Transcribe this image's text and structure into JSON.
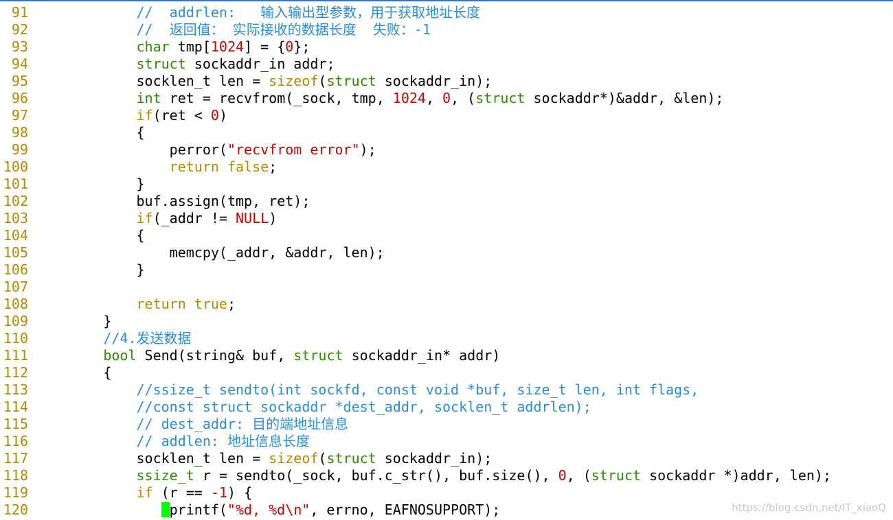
{
  "colors": {
    "plain": "#000000",
    "keyword": "#b58900",
    "type": "#2e8b00",
    "number": "#cc0000",
    "string": "#cc0000",
    "comment": "#2a8cdc",
    "line_number": "#b58900",
    "cursor": "#00ff00"
  },
  "lines": [
    {
      "num": "91",
      "tokens": [
        {
          "t": "            ",
          "k": "plain"
        },
        {
          "t": "//  addrlen:   输入输出型参数，用于获取地址长度",
          "k": "comment"
        }
      ]
    },
    {
      "num": "92",
      "tokens": [
        {
          "t": "            ",
          "k": "plain"
        },
        {
          "t": "//  返回值： 实际接收的数据长度  失败：-1",
          "k": "comment"
        }
      ]
    },
    {
      "num": "93",
      "tokens": [
        {
          "t": "            ",
          "k": "plain"
        },
        {
          "t": "char",
          "k": "type"
        },
        {
          "t": " tmp[",
          "k": "plain"
        },
        {
          "t": "1024",
          "k": "number"
        },
        {
          "t": "] = {",
          "k": "plain"
        },
        {
          "t": "0",
          "k": "number"
        },
        {
          "t": "};",
          "k": "plain"
        }
      ]
    },
    {
      "num": "94",
      "tokens": [
        {
          "t": "            ",
          "k": "plain"
        },
        {
          "t": "struct",
          "k": "type"
        },
        {
          "t": " sockaddr_in addr;",
          "k": "plain"
        }
      ]
    },
    {
      "num": "95",
      "tokens": [
        {
          "t": "            socklen_t len = ",
          "k": "plain"
        },
        {
          "t": "sizeof",
          "k": "keyword"
        },
        {
          "t": "(",
          "k": "plain"
        },
        {
          "t": "struct",
          "k": "type"
        },
        {
          "t": " sockaddr_in);",
          "k": "plain"
        }
      ]
    },
    {
      "num": "96",
      "tokens": [
        {
          "t": "            ",
          "k": "plain"
        },
        {
          "t": "int",
          "k": "type"
        },
        {
          "t": " ret = recvfrom(_sock, tmp, ",
          "k": "plain"
        },
        {
          "t": "1024",
          "k": "number"
        },
        {
          "t": ", ",
          "k": "plain"
        },
        {
          "t": "0",
          "k": "number"
        },
        {
          "t": ", (",
          "k": "plain"
        },
        {
          "t": "struct",
          "k": "type"
        },
        {
          "t": " sockaddr*)&addr, &len);",
          "k": "plain"
        }
      ]
    },
    {
      "num": "97",
      "tokens": [
        {
          "t": "            ",
          "k": "plain"
        },
        {
          "t": "if",
          "k": "keyword"
        },
        {
          "t": "(ret < ",
          "k": "plain"
        },
        {
          "t": "0",
          "k": "number"
        },
        {
          "t": ")",
          "k": "plain"
        }
      ]
    },
    {
      "num": "98",
      "tokens": [
        {
          "t": "            {",
          "k": "plain"
        }
      ]
    },
    {
      "num": "99",
      "tokens": [
        {
          "t": "                perror(",
          "k": "plain"
        },
        {
          "t": "\"recvfrom error\"",
          "k": "string"
        },
        {
          "t": ");",
          "k": "plain"
        }
      ]
    },
    {
      "num": "100",
      "tokens": [
        {
          "t": "                ",
          "k": "plain"
        },
        {
          "t": "return",
          "k": "keyword"
        },
        {
          "t": " ",
          "k": "plain"
        },
        {
          "t": "false",
          "k": "keyword"
        },
        {
          "t": ";",
          "k": "plain"
        }
      ]
    },
    {
      "num": "101",
      "tokens": [
        {
          "t": "            }",
          "k": "plain"
        }
      ]
    },
    {
      "num": "102",
      "tokens": [
        {
          "t": "            buf.assign(tmp, ret);",
          "k": "plain"
        }
      ]
    },
    {
      "num": "103",
      "tokens": [
        {
          "t": "            ",
          "k": "plain"
        },
        {
          "t": "if",
          "k": "keyword"
        },
        {
          "t": "(_addr != ",
          "k": "plain"
        },
        {
          "t": "NULL",
          "k": "number"
        },
        {
          "t": ")",
          "k": "plain"
        }
      ]
    },
    {
      "num": "104",
      "tokens": [
        {
          "t": "            {",
          "k": "plain"
        }
      ]
    },
    {
      "num": "105",
      "tokens": [
        {
          "t": "                memcpy(_addr, &addr, len);",
          "k": "plain"
        }
      ]
    },
    {
      "num": "106",
      "tokens": [
        {
          "t": "            }",
          "k": "plain"
        }
      ]
    },
    {
      "num": "107",
      "tokens": []
    },
    {
      "num": "108",
      "tokens": [
        {
          "t": "            ",
          "k": "plain"
        },
        {
          "t": "return",
          "k": "keyword"
        },
        {
          "t": " ",
          "k": "plain"
        },
        {
          "t": "true",
          "k": "keyword"
        },
        {
          "t": ";",
          "k": "plain"
        }
      ]
    },
    {
      "num": "109",
      "tokens": [
        {
          "t": "        }",
          "k": "plain"
        }
      ]
    },
    {
      "num": "110",
      "tokens": [
        {
          "t": "        ",
          "k": "plain"
        },
        {
          "t": "//4.发送数据",
          "k": "comment"
        }
      ]
    },
    {
      "num": "111",
      "tokens": [
        {
          "t": "        ",
          "k": "plain"
        },
        {
          "t": "bool",
          "k": "type"
        },
        {
          "t": " Send(string& buf, ",
          "k": "plain"
        },
        {
          "t": "struct",
          "k": "type"
        },
        {
          "t": " sockaddr_in* addr)",
          "k": "plain"
        }
      ]
    },
    {
      "num": "112",
      "tokens": [
        {
          "t": "        {",
          "k": "plain"
        }
      ]
    },
    {
      "num": "113",
      "tokens": [
        {
          "t": "            ",
          "k": "plain"
        },
        {
          "t": "//ssize_t sendto(int sockfd, const void *buf, size_t len, int flags,",
          "k": "comment"
        }
      ]
    },
    {
      "num": "114",
      "tokens": [
        {
          "t": "            ",
          "k": "plain"
        },
        {
          "t": "//const struct sockaddr *dest_addr, socklen_t addrlen);",
          "k": "comment"
        }
      ]
    },
    {
      "num": "115",
      "tokens": [
        {
          "t": "            ",
          "k": "plain"
        },
        {
          "t": "// dest_addr: 目的端地址信息",
          "k": "comment"
        }
      ]
    },
    {
      "num": "116",
      "tokens": [
        {
          "t": "            ",
          "k": "plain"
        },
        {
          "t": "// addlen: 地址信息长度",
          "k": "comment"
        }
      ]
    },
    {
      "num": "117",
      "tokens": [
        {
          "t": "            socklen_t len = ",
          "k": "plain"
        },
        {
          "t": "sizeof",
          "k": "keyword"
        },
        {
          "t": "(",
          "k": "plain"
        },
        {
          "t": "struct",
          "k": "type"
        },
        {
          "t": " sockaddr_in);",
          "k": "plain"
        }
      ]
    },
    {
      "num": "118",
      "tokens": [
        {
          "t": "            ",
          "k": "plain"
        },
        {
          "t": "ssize_t",
          "k": "type"
        },
        {
          "t": " r = sendto(_sock, buf.c_str(), buf.size(), ",
          "k": "plain"
        },
        {
          "t": "0",
          "k": "number"
        },
        {
          "t": ", (",
          "k": "plain"
        },
        {
          "t": "struct",
          "k": "type"
        },
        {
          "t": " sockaddr *)addr, len);",
          "k": "plain"
        }
      ]
    },
    {
      "num": "119",
      "tokens": [
        {
          "t": "            ",
          "k": "plain"
        },
        {
          "t": "if",
          "k": "keyword"
        },
        {
          "t": " (r == ",
          "k": "plain"
        },
        {
          "t": "-1",
          "k": "number"
        },
        {
          "t": ") {",
          "k": "plain"
        }
      ]
    },
    {
      "num": "120",
      "tokens": [
        {
          "t": "               ",
          "k": "plain"
        },
        {
          "t": "",
          "k": "cursor"
        },
        {
          "t": "printf(",
          "k": "plain"
        },
        {
          "t": "\"%d, %d\\n\"",
          "k": "string"
        },
        {
          "t": ", errno, EAFNOSUPPORT);",
          "k": "plain"
        }
      ]
    }
  ],
  "watermark": "https://blog.csdn.net/IT_xiaoQ"
}
